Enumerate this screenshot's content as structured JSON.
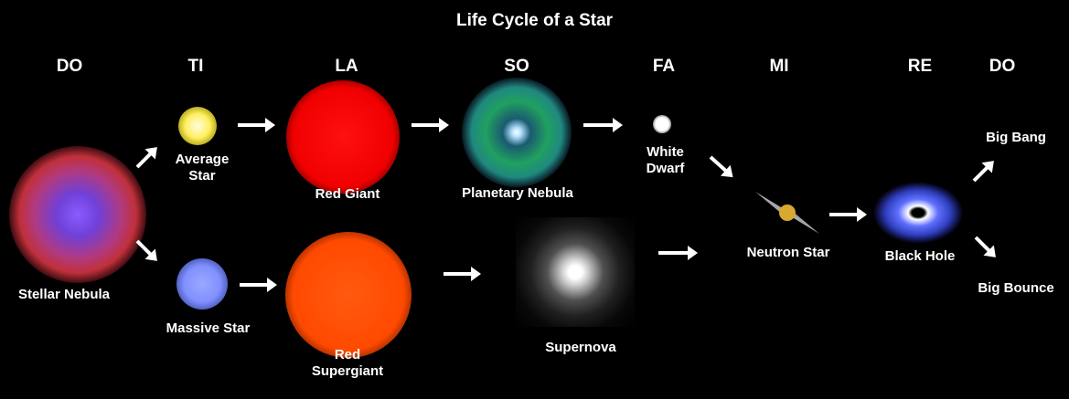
{
  "title": "Life Cycle of a Star",
  "notes": [
    "DO",
    "TI",
    "LA",
    "SO",
    "FA",
    "MI",
    "RE",
    "DO"
  ],
  "labels": {
    "stellar_nebula": "Stellar Nebula",
    "average_star": "Average\nStar",
    "massive_star": "Massive Star",
    "red_giant": "Red Giant",
    "red_supergiant": "Red\nSupergiant",
    "planetary_nebula": "Planetary Nebula",
    "supernova": "Supernova",
    "white_dwarf": "White\nDwarf",
    "neutron_star": "Neutron Star",
    "black_hole": "Black Hole",
    "big_bang": "Big Bang",
    "big_bounce": "Big Bounce"
  }
}
